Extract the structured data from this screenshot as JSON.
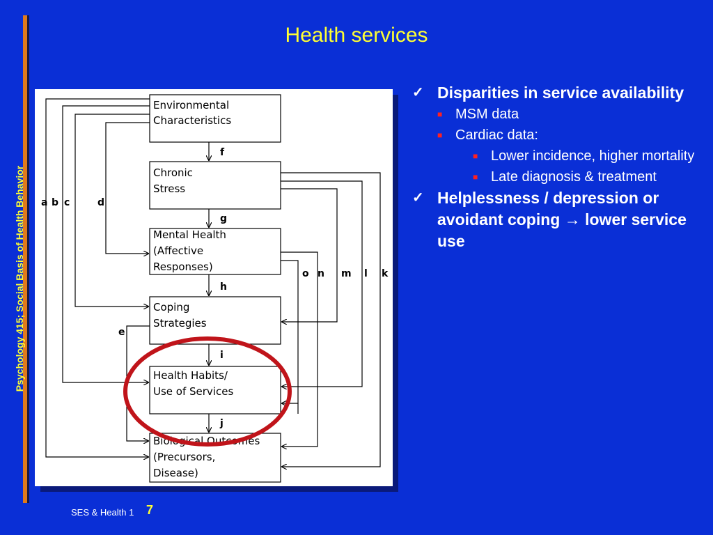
{
  "slide": {
    "title": "Health services",
    "side_label": "Psychology 415; Social Basis of Health Behavior",
    "footer_text": "SES & Health 1",
    "page_number": "7"
  },
  "diagram": {
    "boxes": [
      {
        "line1": "Environmental",
        "line2": "Characteristics",
        "line3": ""
      },
      {
        "line1": "Chronic",
        "line2": "Stress",
        "line3": ""
      },
      {
        "line1": "Mental Health",
        "line2": "(Affective",
        "line3": "Responses)"
      },
      {
        "line1": "Coping",
        "line2": "Strategies",
        "line3": ""
      },
      {
        "line1": "Health Habits/",
        "line2": "Use of Services",
        "line3": ""
      },
      {
        "line1": "Biological Outcomes",
        "line2": "(Precursors,",
        "line3": "Disease)"
      }
    ],
    "path_labels": {
      "a": "a",
      "b": "b",
      "c": "c",
      "d": "d",
      "e": "e",
      "f": "f",
      "g": "g",
      "h": "h",
      "i": "i",
      "j": "j",
      "k": "k",
      "l": "l",
      "m": "m",
      "n": "n",
      "o": "o"
    },
    "highlight_color": "#c0141a"
  },
  "bullets": {
    "item1": "Disparities in service availability",
    "item1_sub1": "MSM data",
    "item1_sub2": "Cardiac data:",
    "item1_sub2_a": "Lower incidence, higher mortality",
    "item1_sub2_b": "Late diagnosis & treatment",
    "item2": "Helplessness / depression or avoidant coping → lower service use"
  },
  "colors": {
    "background": "#0a2fd6",
    "title": "#ffff33",
    "accent_bar": "#e07a1c",
    "sub_bullet": "#ff2020"
  }
}
